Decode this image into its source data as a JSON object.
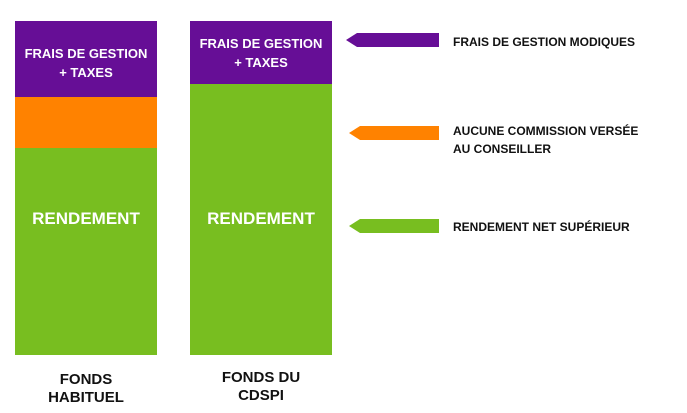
{
  "chart_data": {
    "type": "bar",
    "stacked": true,
    "categories": [
      "FONDS\nHABITUEL",
      "FONDS DU\nCDSPI"
    ],
    "segments": [
      {
        "key": "fees",
        "label": "FRAIS DE GESTION\n+ TAXES",
        "color": "#660e96",
        "values": [
          21,
          17
        ]
      },
      {
        "key": "commission",
        "label": "",
        "color": "#ff8200",
        "values": [
          14,
          0
        ]
      },
      {
        "key": "return",
        "label": "RENDEMENT",
        "color": "#78be20",
        "values": [
          65,
          83
        ]
      }
    ],
    "ylim": [
      0,
      100
    ],
    "legend": [
      {
        "key": "fees",
        "text": "FRAIS DE GESTION MODIQUES",
        "color": "#660e96"
      },
      {
        "key": "commission",
        "text": "AUCUNE COMMISSION VERSÉE\nAU CONSEILLER",
        "color": "#ff8200"
      },
      {
        "key": "return",
        "text": "RENDEMENT NET SUPÉRIEUR",
        "color": "#78be20"
      }
    ]
  }
}
